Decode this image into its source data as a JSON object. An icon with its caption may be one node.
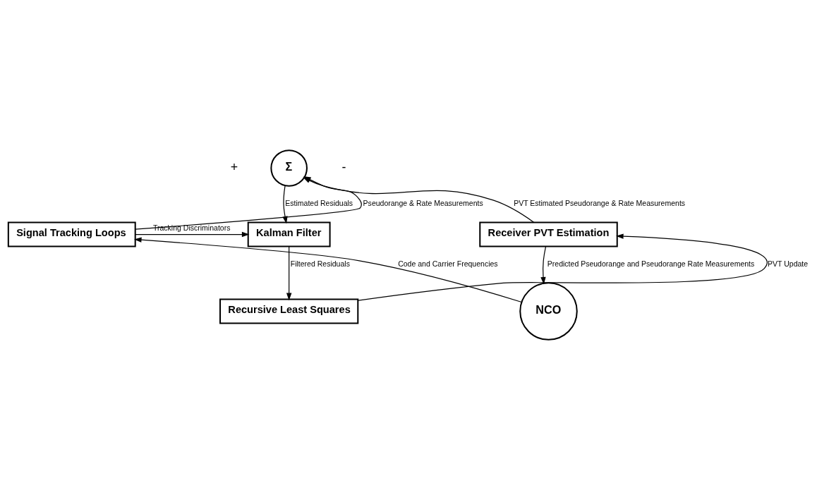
{
  "diagram": {
    "nodes": [
      {
        "text": [
          "Σ"
        ],
        "beside": [
          "+",
          "-"
        ]
      },
      {
        "text": [
          "Signal Tracking Loops"
        ]
      },
      {
        "text": [
          "Kalman Filter"
        ]
      },
      {
        "text": [
          "Receiver PVT Estimation"
        ]
      },
      {
        "text": [
          "Recursive Least Squares"
        ]
      },
      {
        "text": [
          "NCO"
        ]
      }
    ],
    "edges": [
      {
        "from": 1,
        "to": 0,
        "arrow": "to",
        "label": "Pseudorange & Rate Measurements"
      },
      {
        "from": 3,
        "to": 0,
        "arrow": "to",
        "label": "PVT Estimated Pseudorange & Rate Measurements"
      },
      {
        "from": 0,
        "to": 2,
        "arrow": "to",
        "label": "Estimated Residuals"
      },
      {
        "from": 1,
        "to": 2,
        "arrow": "to",
        "label": "Tracking Discriminators"
      },
      {
        "from": 2,
        "to": 4,
        "arrow": "to",
        "label": "Filtered Residuals"
      },
      {
        "from": 4,
        "to": 3,
        "arrow": "to",
        "label": "PVT Update"
      },
      {
        "from": 3,
        "to": 5,
        "arrow": "to",
        "label": "Predicted Pseudorange and Pseudorange Rate Measurements"
      },
      {
        "from": 5,
        "to": 1,
        "arrow": "to",
        "label": "Code and Carrier Frequencies"
      }
    ]
  }
}
